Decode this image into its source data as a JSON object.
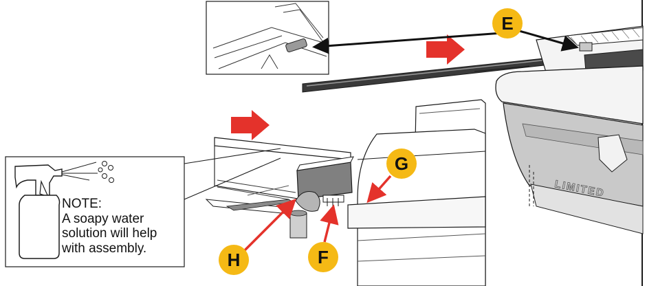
{
  "note": {
    "heading": "NOTE:",
    "lines": [
      "A soapy water",
      "solution will help",
      "with assembly."
    ]
  },
  "callouts": {
    "E": "E",
    "F": "F",
    "G": "G",
    "H": "H"
  },
  "embossed_text": "LIMITED",
  "colors": {
    "callout_fill": "#f5b915",
    "arrow_red": "#e4322b",
    "label_gray": "#808080",
    "line": "#1a1a1a"
  }
}
